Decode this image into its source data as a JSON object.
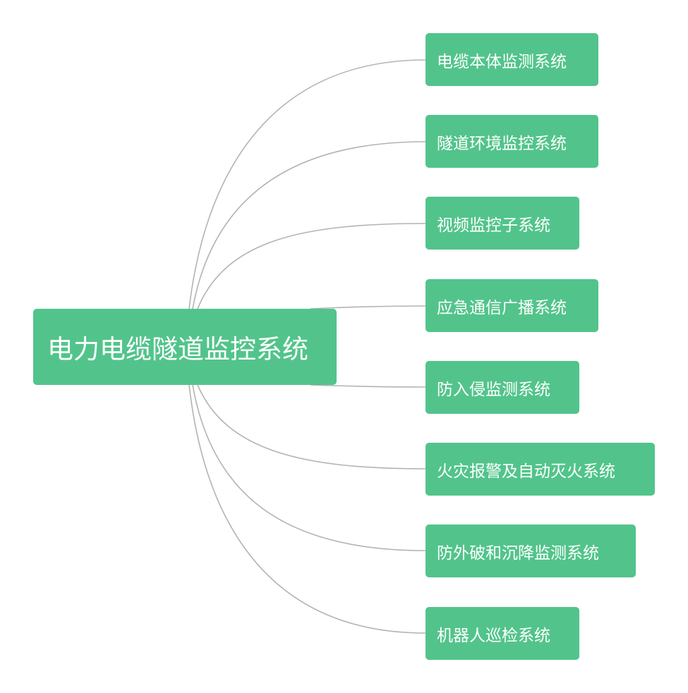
{
  "colors": {
    "node_fill": "#52c48b",
    "node_text": "#ffffff",
    "connector": "#b3b3b3",
    "background": "#ffffff"
  },
  "root": {
    "label": "电力电缆隧道监控系统"
  },
  "children": [
    {
      "label": "电缆本体监测系统"
    },
    {
      "label": "隧道环境监控系统"
    },
    {
      "label": "视频监控子系统"
    },
    {
      "label": "应急通信广播系统"
    },
    {
      "label": "防入侵监测系统"
    },
    {
      "label": "火灾报警及自动灭火系统"
    },
    {
      "label": "防外破和沉降监测系统"
    },
    {
      "label": "机器人巡检系统"
    }
  ]
}
